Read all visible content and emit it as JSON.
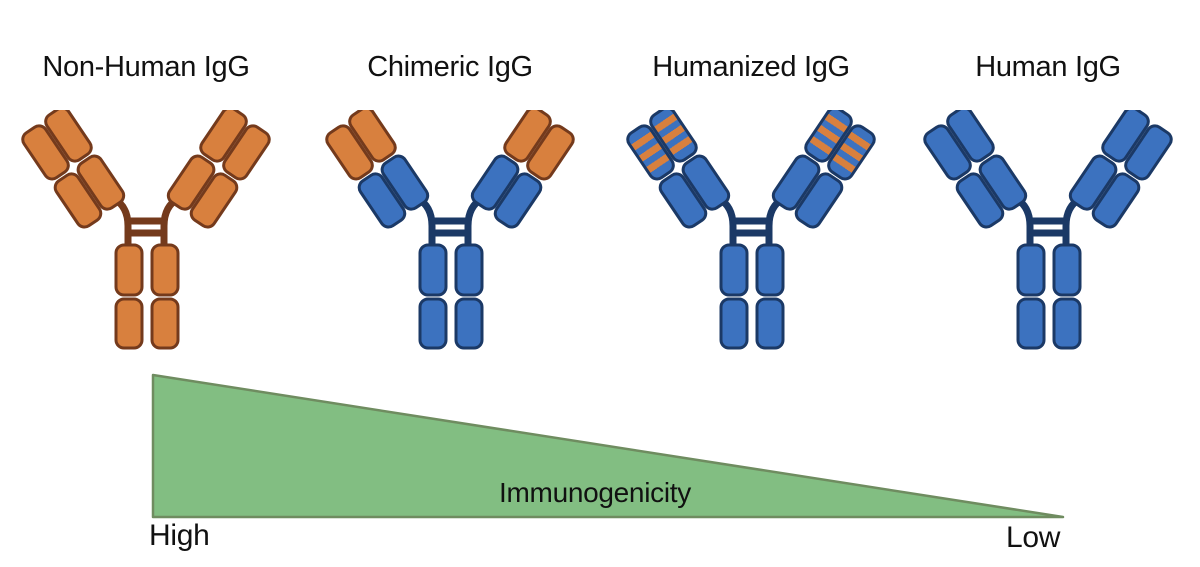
{
  "figure": {
    "antibodies": [
      {
        "id": "non-human",
        "label": "Non-Human IgG"
      },
      {
        "id": "chimeric",
        "label": "Chimeric IgG"
      },
      {
        "id": "humanized",
        "label": "Humanized IgG"
      },
      {
        "id": "human",
        "label": "Human IgG"
      }
    ],
    "axis": {
      "label": "Immunogenicity",
      "left": "High",
      "right": "Low"
    }
  },
  "colors": {
    "background": "#FFFFFF",
    "text": "#111111",
    "non-human": "#D8803E",
    "non-human-outline": "#743A1C",
    "human": "#3C72BF",
    "human-outline": "#1B3966",
    "gradient-fill": "#82BE82",
    "gradient-outline": "#6F8C60"
  }
}
